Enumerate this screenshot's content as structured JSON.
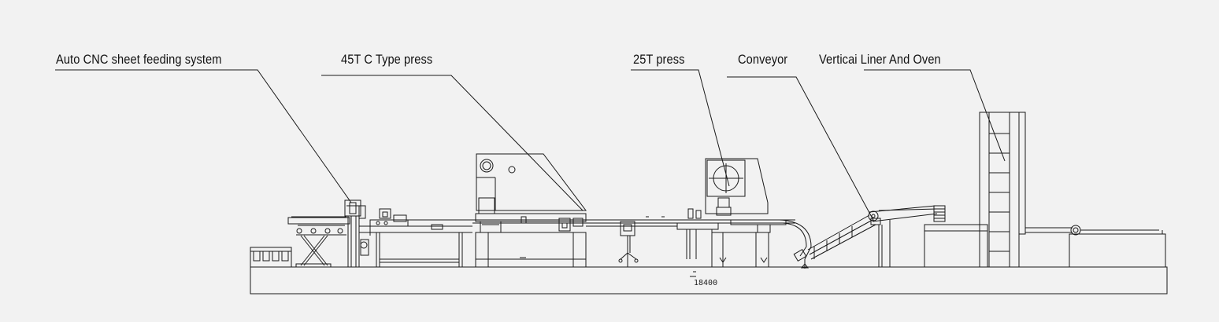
{
  "labels": {
    "feeder": "Auto CNC sheet feeding system",
    "c_press": "45T C Type press",
    "press_25t": "25T press",
    "conveyor": "Conveyor",
    "oven": "Verticai Liner And Oven"
  },
  "dimension": "18400",
  "colors": {
    "background": "#f2f2f2",
    "line": "#1a1a1a"
  }
}
